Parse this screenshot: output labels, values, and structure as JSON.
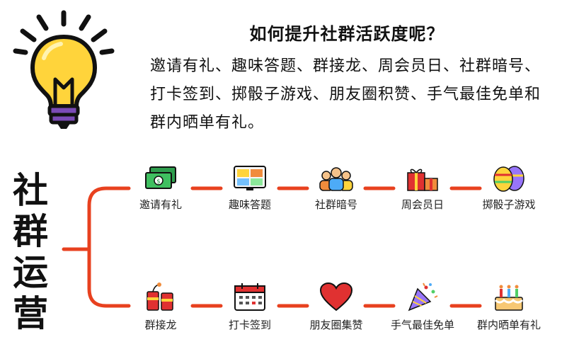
{
  "header": {
    "title": "如何提升社群活跃度呢？",
    "description": "邀请有礼、趣味答题、群接龙、周会员日、社群暗号、打卡签到、掷骰子游戏、朋友圈积赞、手气最佳免单和群内晒单有礼。"
  },
  "vertical_title": [
    "社",
    "群",
    "运",
    "营"
  ],
  "rows": [
    {
      "items": [
        {
          "label": "邀请有礼",
          "icon": "money-icon"
        },
        {
          "label": "趣味答题",
          "icon": "video-call-icon"
        },
        {
          "label": "社群暗号",
          "icon": "group-people-icon"
        },
        {
          "label": "周会员日",
          "icon": "gift-boxes-icon"
        },
        {
          "label": "掷骰子游戏",
          "icon": "easter-eggs-icon"
        }
      ]
    },
    {
      "items": [
        {
          "label": "群接龙",
          "icon": "firecrackers-icon"
        },
        {
          "label": "打卡签到",
          "icon": "calendar-icon"
        },
        {
          "label": "朋友圈集赞",
          "icon": "heart-icon"
        },
        {
          "label": "手气最佳免单",
          "icon": "party-popper-icon"
        },
        {
          "label": "群内晒单有礼",
          "icon": "birthday-cake-icon"
        }
      ]
    }
  ],
  "colors": {
    "connector": "#e8411f",
    "bulb": "#ffd43b",
    "accent_purple": "#7b4bb7"
  }
}
